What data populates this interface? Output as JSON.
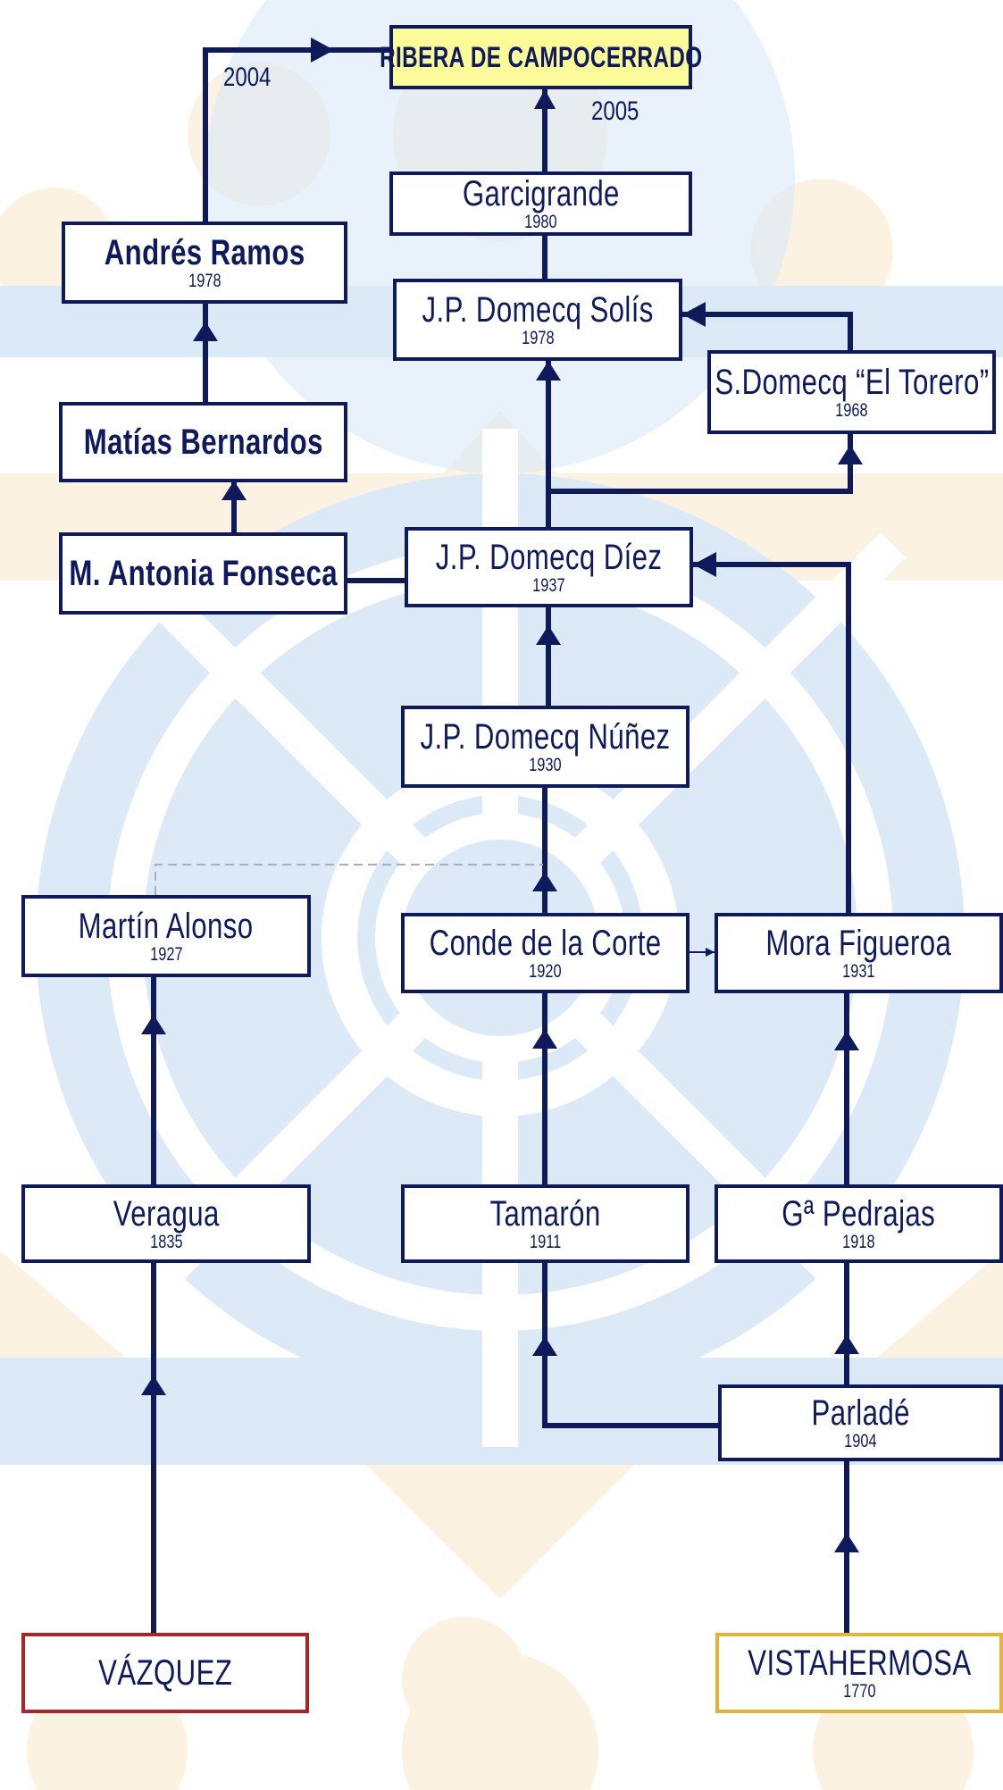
{
  "colors": {
    "line": "#0f1a5c",
    "root_fill": "#fbfb9a",
    "vazquez_border": "#a8262a",
    "vistahermosa_border": "#e2b43b",
    "bg_blue": "#dbeaf6",
    "bg_cream": "#fbf2e1"
  },
  "nodes": {
    "ribera": {
      "name": "RIBERA DE CAMPOCERRADO"
    },
    "garcigrande": {
      "name": "Garcigrande",
      "year": "1980"
    },
    "andres_ramos": {
      "name": "Andrés Ramos",
      "year": "1978"
    },
    "domecq_solis": {
      "name": "J.P. Domecq Solís",
      "year": "1978"
    },
    "s_domecq": {
      "name": "S.Domecq “El Torero”",
      "year": "1968"
    },
    "matias": {
      "name": "Matías Bernardos"
    },
    "fonseca": {
      "name": "M. Antonia Fonseca"
    },
    "domecq_diez": {
      "name": "J.P. Domecq Díez",
      "year": "1937"
    },
    "domecq_nunez": {
      "name": "J.P. Domecq Núñez",
      "year": "1930"
    },
    "martin_alonso": {
      "name": "Martín Alonso",
      "year": "1927"
    },
    "conde_corte": {
      "name": "Conde de la Corte",
      "year": "1920"
    },
    "mora_figueroa": {
      "name": "Mora Figueroa",
      "year": "1931"
    },
    "veragua": {
      "name": "Veragua",
      "year": "1835"
    },
    "tamaron": {
      "name": "Tamarón",
      "year": "1911"
    },
    "pedrajas": {
      "name": "Gª Pedrajas",
      "year": "1918"
    },
    "parlade": {
      "name": "Parladé",
      "year": "1904"
    },
    "vazquez": {
      "name": "VÁZQUEZ"
    },
    "vistahermosa": {
      "name": "VISTAHERMOSA",
      "year": "1770"
    }
  },
  "edge_labels": {
    "andres_to_ribera": "2004",
    "garcigrande_to_ribera": "2005"
  }
}
